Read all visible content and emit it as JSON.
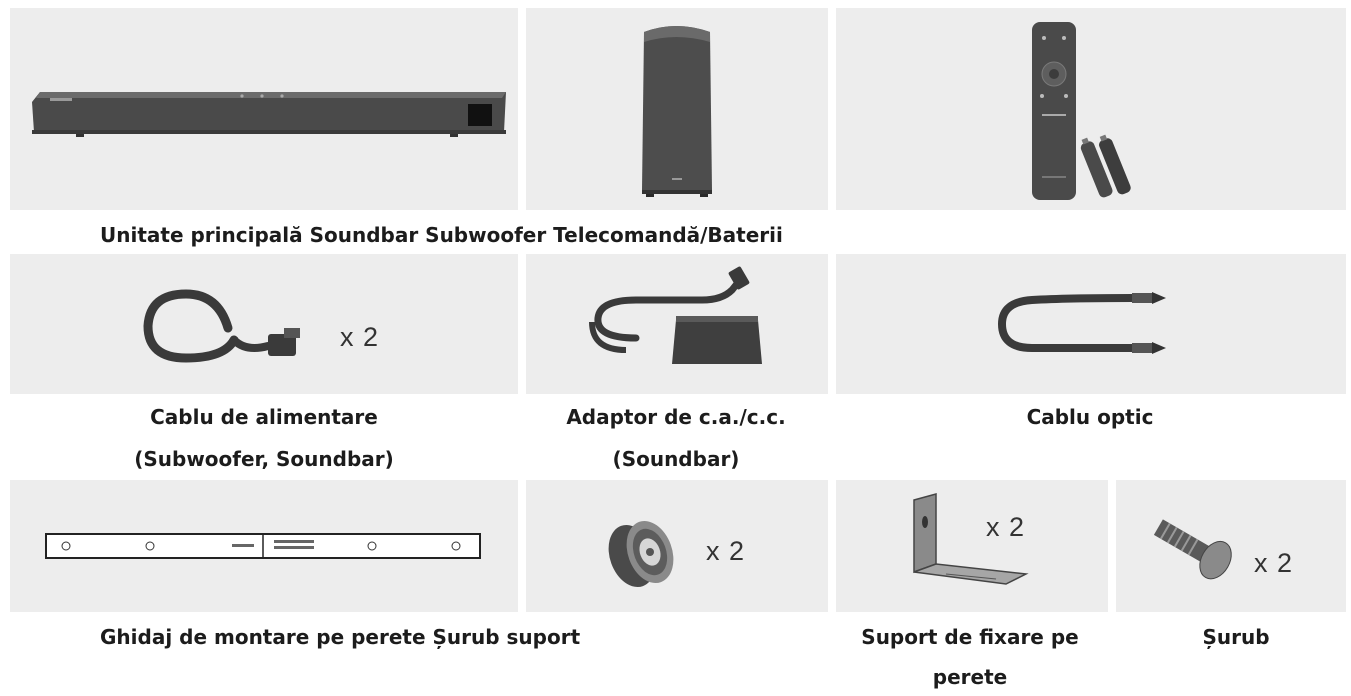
{
  "row1": {
    "caption": "Unitate principală Soundbar Subwoofer Telecomandă/Baterii",
    "icons": [
      "soundbar-icon",
      "subwoofer-icon",
      "remote-control-icon",
      "battery-icon"
    ]
  },
  "row2": {
    "power_cable": {
      "caption_line1": "Cablu de alimentare",
      "caption_line2": "(Subwoofer, Soundbar)",
      "qty": "x 2",
      "icon": "power-cable-icon"
    },
    "adapter": {
      "caption_line1": "Adaptor de c.a./c.c.",
      "caption_line2": "(Soundbar)",
      "icon": "ac-dc-adapter-icon"
    },
    "optical": {
      "caption_line1": "Cablu optic",
      "icon": "optical-cable-icon"
    }
  },
  "row3": {
    "caption": "Ghidaj de montare pe perete Șurub suport",
    "guide": {
      "icon": "wall-mount-guide-icon"
    },
    "holder_screw": {
      "qty": "x 2",
      "icon": "holder-screw-icon"
    },
    "bracket": {
      "caption_line1": "Suport de fixare pe",
      "caption_line2": "perete",
      "qty": "x 2",
      "icon": "wall-bracket-icon"
    },
    "screw": {
      "caption_line1": "Șurub",
      "qty": "x 2",
      "icon": "screw-icon"
    }
  }
}
